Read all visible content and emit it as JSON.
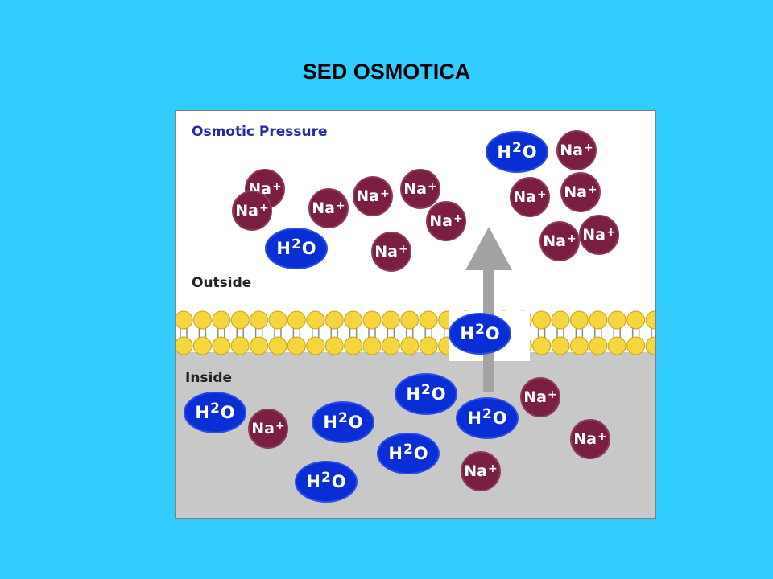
{
  "slide": {
    "title": "SED OSMOTICA"
  },
  "figure": {
    "title": "Osmotic Pressure",
    "outside_label": "Outside",
    "inside_label": "Inside"
  },
  "particles": {
    "sodium_symbol": "Na",
    "sodium_charge": "+",
    "water_prefix": "H",
    "water_digit": "2",
    "water_suffix": "O"
  },
  "colors": {
    "background": "#33ccff",
    "outside_region": "#ffffff",
    "inside_region": "#c8c8c8",
    "sodium": "#7a1e42",
    "water": "#0a2ed6",
    "lipid_head": "#f5d63d",
    "arrow": "#a3a3a3"
  }
}
